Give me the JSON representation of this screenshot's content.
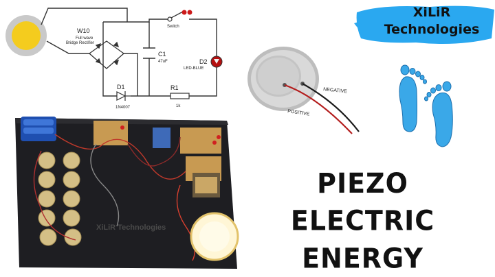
{
  "circuit": {
    "bridge_name": "W10",
    "bridge_desc_1": "Full wave",
    "bridge_desc_2": "Bridge Rectifier",
    "switch_label": "Switch",
    "cap_name": "C1",
    "cap_value": "47uF",
    "led_name": "D2",
    "led_desc": "LED-BLUE",
    "diode_name": "D1",
    "diode_part": "1N4007",
    "resistor_name": "R1",
    "resistor_value": "1k"
  },
  "piezo_disc": {
    "negative_label": "NEGATIVE",
    "positive_label": "POSITIVE"
  },
  "brand": {
    "line1": "XiLiR",
    "line2": "Technologies",
    "brush_color": "#2aa8f0"
  },
  "board": {
    "label": "XiLiR Technologies"
  },
  "title": {
    "line1": "PIEZO ELECTRIC",
    "line2": "ENERGY"
  },
  "colors": {
    "footprints": "#3aa8e8",
    "led": "#d02020",
    "board": "#1e1e22"
  }
}
